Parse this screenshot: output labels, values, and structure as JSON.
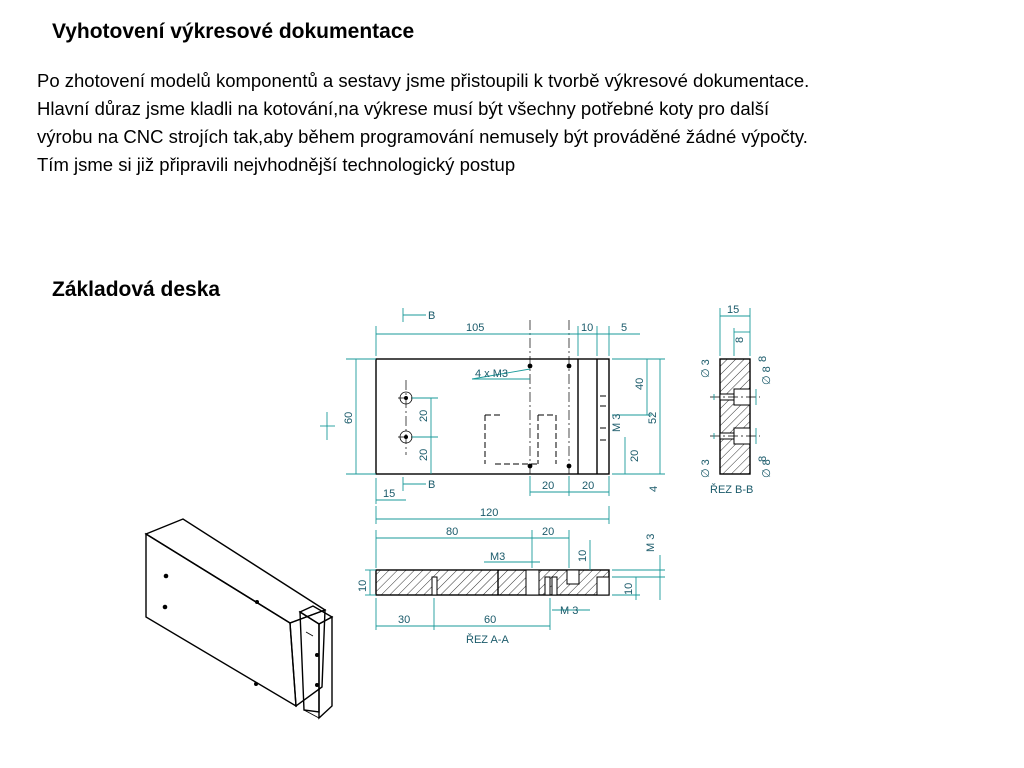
{
  "title": "Vyhotovení výkresové dokumentace",
  "paragraph": {
    "line1": "Po zhotovení modelů komponentů a sestavy jsme přistoupili k tvorbě výkresové dokumentace.",
    "line2": "Hlavní důraz jsme kladli na kotování,na výkrese musí být všechny potřebné koty pro další",
    "line3": "výrobu na CNC strojích tak,aby během programování nemusely být prováděné žádné výpočty.",
    "line4": "Tím jsme si již připravili nejvhodnější technologický postup"
  },
  "subtitle": "Základová deska",
  "drawing": {
    "top_view": {
      "d105": "105",
      "d10": "10",
      "d5": "5",
      "d40": "40",
      "d52": "52",
      "d60": "60",
      "d20a": "20",
      "d20b": "20",
      "d20c": "20",
      "d20d": "20",
      "d20e": "20",
      "d15": "15",
      "d120": "120",
      "d4": "4",
      "holes_callout": "4 x M3",
      "thread": "M 3",
      "section_mark": "B",
      "section_mark2": "B"
    },
    "section_a": {
      "d80": "80",
      "d20": "20",
      "m3": "M3",
      "d10a": "10",
      "d10b": "10",
      "d10c": "10",
      "m3_side": "M 3",
      "m3_bottom": "M 3",
      "d30": "30",
      "d60": "60",
      "label": "ŘEZ A-A"
    },
    "section_b": {
      "d15": "15",
      "d8a": "8",
      "d8b": "8",
      "d8c": "8",
      "phi3a": "∅ 3",
      "phi3b": "∅ 3",
      "phi8a": "∅ 8",
      "phi8b": "∅ 8",
      "label": "ŘEZ B-B"
    }
  }
}
